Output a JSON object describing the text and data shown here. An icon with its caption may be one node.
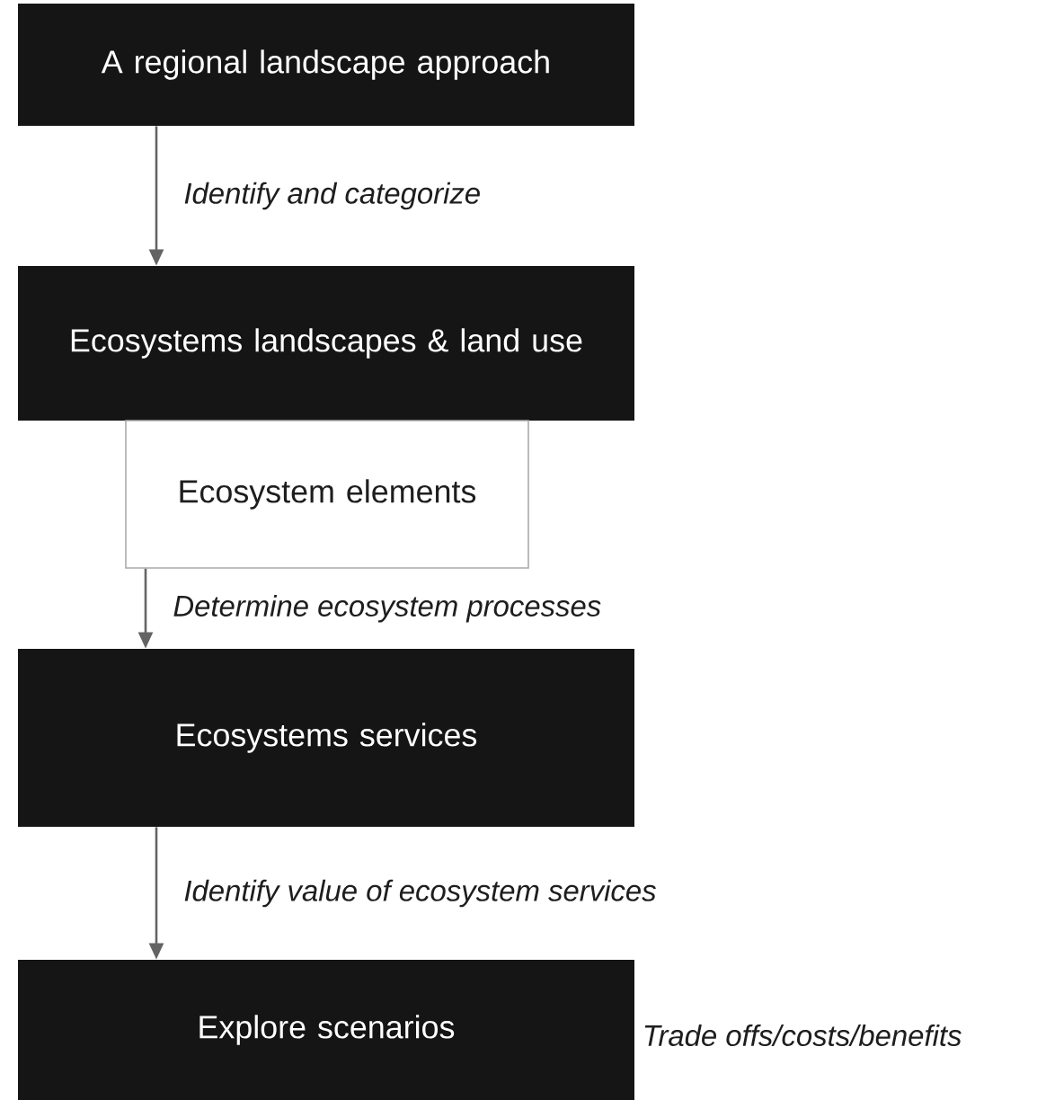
{
  "diagram": {
    "nodes": [
      {
        "text": [
          "A regional landscape approach"
        ]
      },
      {
        "text": [
          "Ecosystems landscapes & land use"
        ]
      },
      {
        "text": [
          "Ecosystem elements"
        ]
      },
      {
        "text": [
          "Ecosystems services"
        ]
      },
      {
        "text": [
          "Explore scenarios"
        ],
        "beside": [
          "Trade offs/costs/benefits"
        ]
      }
    ],
    "edges": [
      {
        "from": 0,
        "to": 1,
        "arrow": "to",
        "label": "Identify and categorize"
      },
      {
        "from": 2,
        "to": 3,
        "arrow": "to",
        "label": "Determine ecosystem processes"
      },
      {
        "from": 3,
        "to": 4,
        "arrow": "to",
        "label": "Identify value of ecosystem services"
      }
    ]
  }
}
